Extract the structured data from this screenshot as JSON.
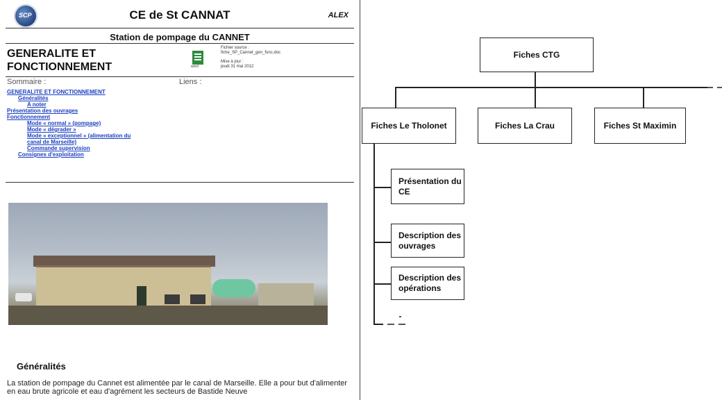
{
  "left_doc": {
    "logo_text": "SCP",
    "header_title": "CE de St CANNAT",
    "header_author": "ALEX",
    "subtitle": "Station de pompage du CANNET",
    "section_title": "GENERALITE ET FONCTIONNEMENT",
    "file_icon_caption": "word",
    "meta": {
      "source_label": "Fichier source :",
      "source_file": "fiche_SP_Cannet_gen_fonc.doc",
      "update_label": "Mise à jour :",
      "update_date": "jeudi 31 mai 2012"
    },
    "sommaire_label": "Sommaire :",
    "liens_label": "Liens :",
    "toc": [
      {
        "text": "GENERALITE ET FONCTIONNEMENT",
        "level": 1
      },
      {
        "text": "Généralités",
        "level": 2
      },
      {
        "text": "A noter",
        "level": 3
      },
      {
        "text": "Présentation des ouvrages",
        "level": 1
      },
      {
        "text": "Fonctionnement",
        "level": 1
      },
      {
        "text": "Mode « normal » (pompage)",
        "level": 3
      },
      {
        "text": "Mode « dégrader »",
        "level": 3
      },
      {
        "text": "Mode « exceptionnel » (alimentation du",
        "level": 3
      },
      {
        "text": "canal de Marseille)",
        "level": 3
      },
      {
        "text": "Commande supervision",
        "level": 3
      },
      {
        "text": "Consignes d'exploitation",
        "level": 2
      }
    ],
    "generalites_title": "Généralités",
    "generalites_text": "La station de pompage du Cannet est alimentée par le canal de Marseille. Elle a pour but d'alimenter en eau brute agricole et eau d'agrément les secteurs de Bastide Neuve"
  },
  "org_chart": {
    "root": "Fiches CTG",
    "children": [
      "Fiches Le Tholonet",
      "Fiches La Crau",
      "Fiches  St Maximin"
    ],
    "sub_children": [
      [
        "Présentation du",
        "CE"
      ],
      [
        "Description des",
        "ouvrages"
      ],
      [
        "Description des",
        "opérations"
      ]
    ]
  }
}
